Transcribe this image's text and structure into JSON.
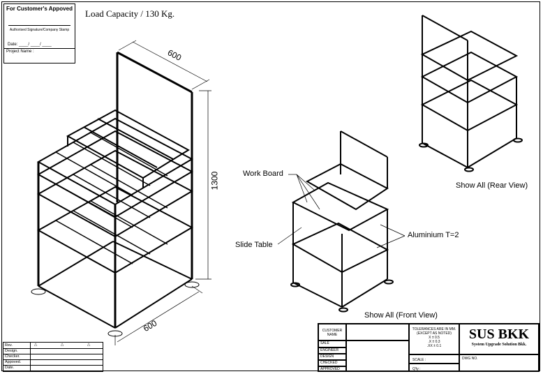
{
  "approval": {
    "header": "For Customer's Appoved",
    "signature_label": "Authorised Signature/Company Stamp",
    "date_label": "Date:",
    "project_label": "Project Name :"
  },
  "load_capacity": "Load Capacity / 130 Kg.",
  "dimensions": {
    "top_width": "600",
    "height": "1300",
    "depth": "600"
  },
  "labels": {
    "work_board": "Work Board",
    "slide_table": "Slide Table",
    "aluminium": "Aluminium T=2",
    "front_view": "Show All (Front View)",
    "rear_view": "Show All (Rear View)"
  },
  "revision_table": {
    "rows": [
      "Rev.",
      "Design.",
      "Checker.",
      "Appoved.",
      "Date."
    ]
  },
  "title_block": {
    "customer_name": "CUSTOMER NAME",
    "sale": "SALE",
    "engineer": "ENGINEER",
    "design": "DESIGN",
    "checked": "CHECKED",
    "approved": "APPROVED",
    "tolerance_title": "TOLERANCES ARE IN MM.",
    "tolerance_sub": "(EXCEPT AS NOTED)",
    "tol_x": "X    ±  0.5",
    "tol_xx": ".X   ±  0.3",
    "tol_xxx": ".XX ±  0.1",
    "scale": "SCALE :",
    "qty": "Q'ty  :",
    "company": "SUS BKK",
    "company_sub": "System Upgrade Solution Bkk.",
    "dwg_no": "DWG NO."
  }
}
